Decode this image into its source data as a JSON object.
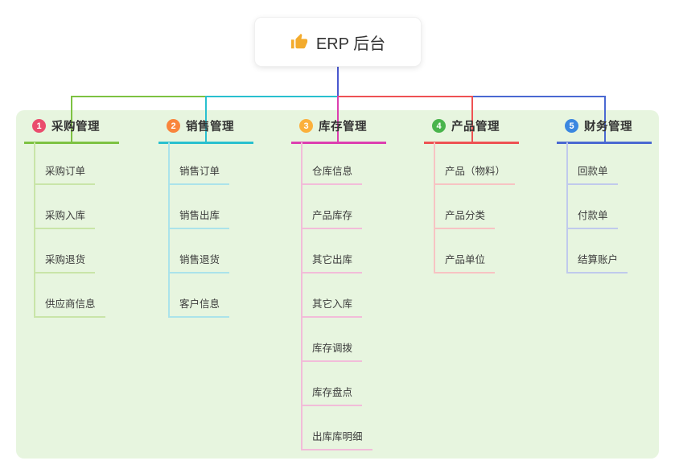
{
  "root": {
    "icon": "thumbs-up",
    "title": "ERP 后台"
  },
  "connectors": {
    "root_line_color": "#4a58cf"
  },
  "panel_color": "#e7f5df",
  "branches": [
    {
      "badge": "1",
      "title": "采购管理",
      "color": "#7dc242",
      "light_color": "#c9e5a8",
      "badge_color": "#ea4c6d",
      "children": [
        "采购订单",
        "采购入库",
        "采购退货",
        "供应商信息"
      ]
    },
    {
      "badge": "2",
      "title": "销售管理",
      "color": "#29c0cf",
      "light_color": "#abe3ea",
      "badge_color": "#f9853c",
      "children": [
        "销售订单",
        "销售出库",
        "销售退货",
        "客户信息"
      ]
    },
    {
      "badge": "3",
      "title": "库存管理",
      "color": "#dc3fb0",
      "light_color": "#f2bcd9",
      "badge_color": "#fbb03b",
      "children": [
        "仓库信息",
        "产品库存",
        "其它出库",
        "其它入库",
        "库存调拨",
        "库存盘点",
        "出库库明细"
      ]
    },
    {
      "badge": "4",
      "title": "产品管理",
      "color": "#ee5253",
      "light_color": "#f7c3c3",
      "badge_color": "#49b44c",
      "children": [
        "产品（物料）",
        "产品分类",
        "产品单位"
      ]
    },
    {
      "badge": "5",
      "title": "财务管理",
      "color": "#4a69d2",
      "light_color": "#c0caec",
      "badge_color": "#3b87e0",
      "children": [
        "回款单",
        "付款单",
        "结算账户"
      ]
    }
  ]
}
